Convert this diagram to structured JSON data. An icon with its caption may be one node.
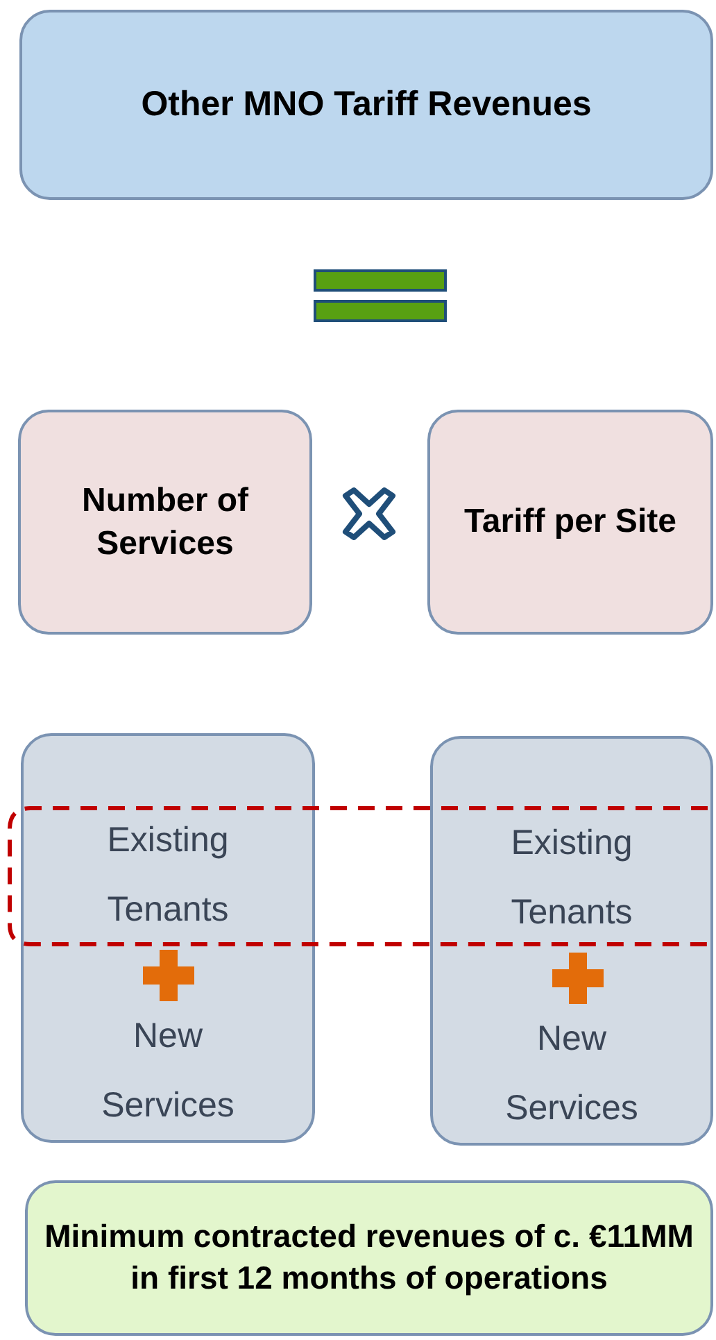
{
  "diagram": {
    "nodes": [
      {
        "text": [
          "Other MNO Tariff Revenues"
        ]
      },
      {
        "text": [
          "Number of Services"
        ]
      },
      {
        "text": [
          "Tariff per Site"
        ]
      },
      {
        "text": [
          "Existing Tenants",
          "New Services"
        ]
      },
      {
        "text": [
          "Existing Tenants",
          "New Services"
        ]
      },
      {
        "text": [
          "Minimum contracted revenues of c. €11MM in first 12 months of operations"
        ]
      }
    ]
  }
}
